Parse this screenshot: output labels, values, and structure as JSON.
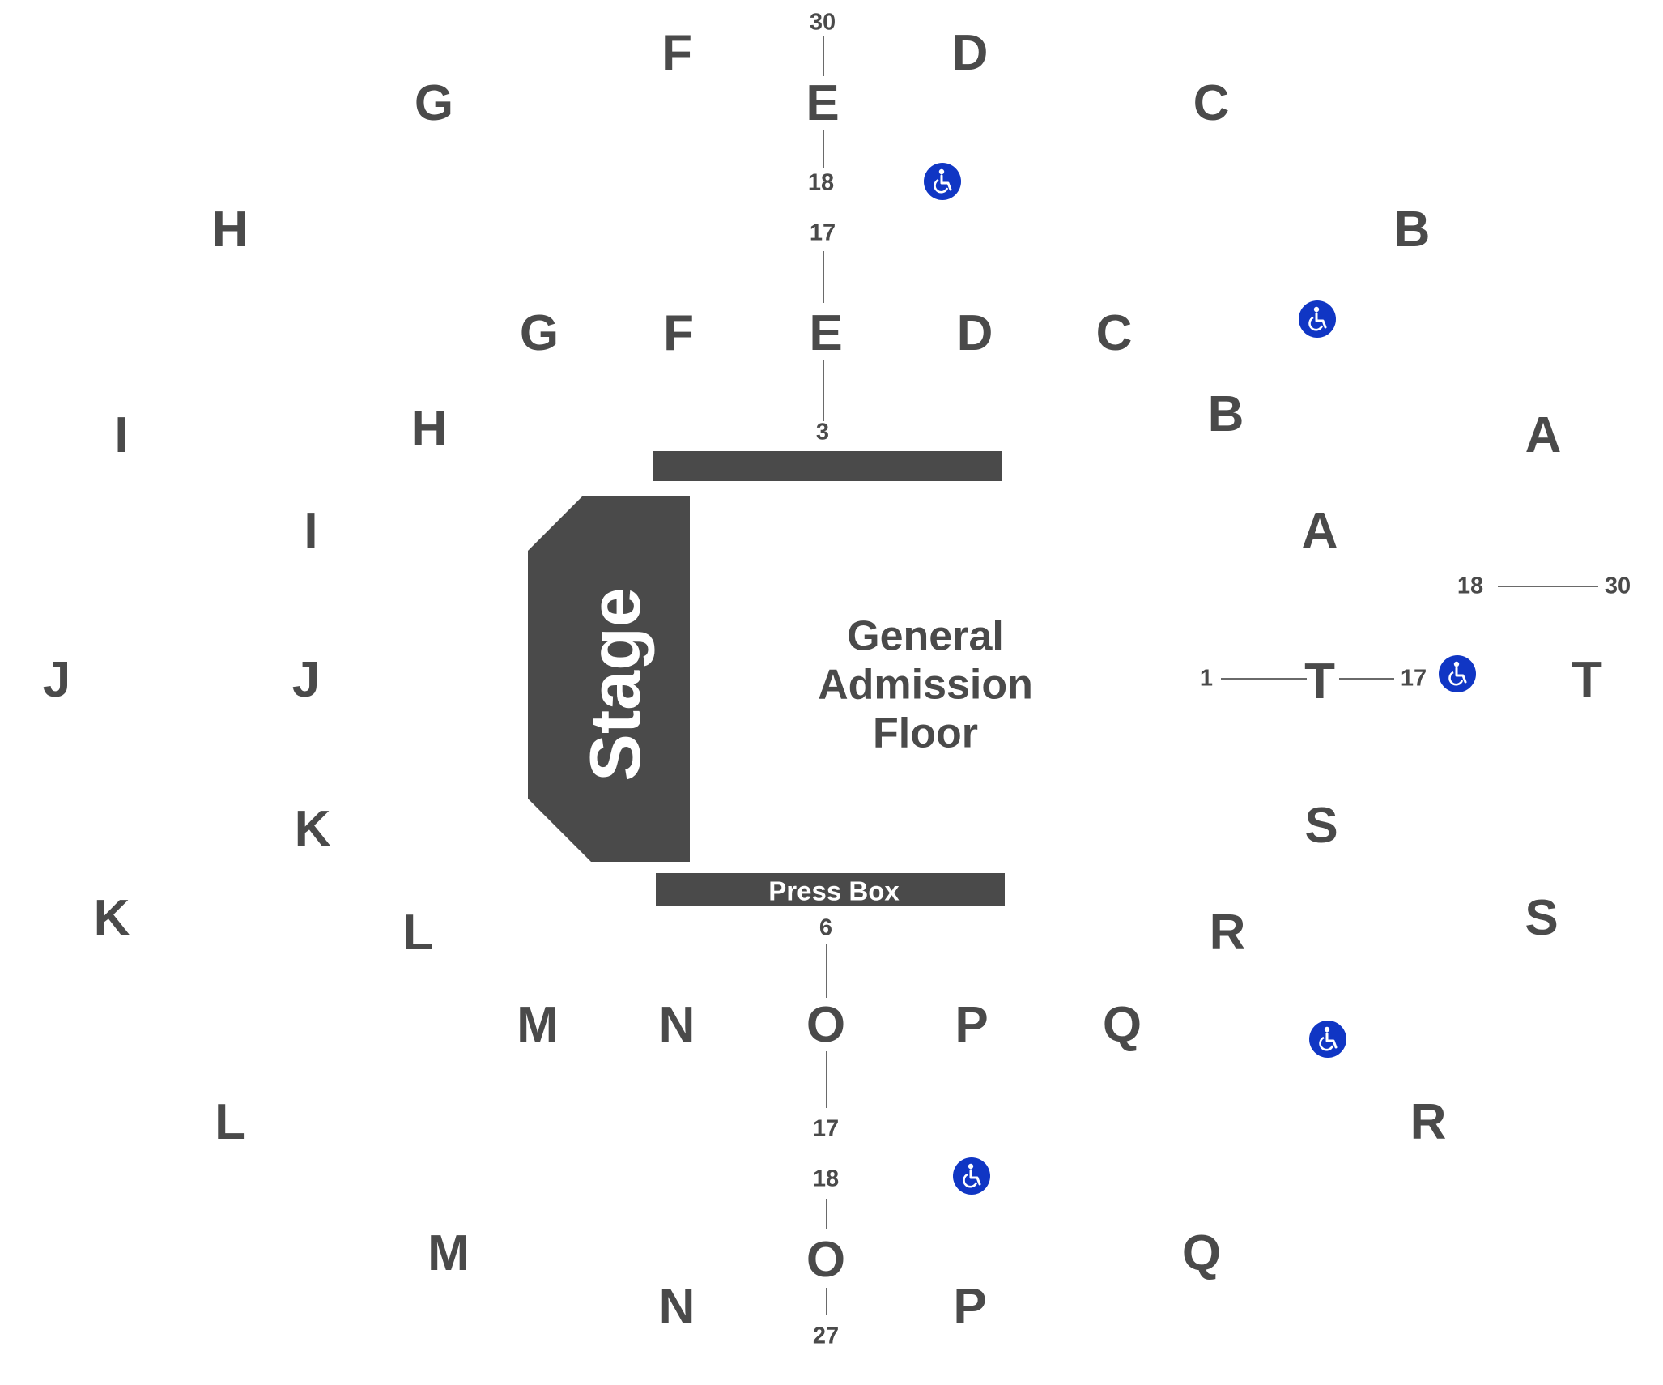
{
  "venue": {
    "stage_label": "Stage",
    "floor_label_lines": [
      "General",
      "Admission",
      "Floor"
    ],
    "press_box_label": "Press Box"
  },
  "sections": {
    "outer": [
      "F",
      "D",
      "G",
      "E",
      "C",
      "H",
      "B",
      "I",
      "A",
      "J",
      "T",
      "K",
      "S",
      "L",
      "R",
      "M",
      "Q",
      "N",
      "O",
      "P"
    ],
    "inner": [
      "G",
      "F",
      "E",
      "D",
      "C",
      "H",
      "B",
      "I",
      "A",
      "J",
      "T",
      "K",
      "S",
      "L",
      "R",
      "M",
      "N",
      "O",
      "P",
      "Q"
    ]
  },
  "row_labels": [
    "30",
    "18",
    "17",
    "3",
    "18",
    "30",
    "1",
    "17",
    "6",
    "17",
    "18",
    "27"
  ],
  "icons": {
    "accessible": "wheelchair-icon",
    "accessible_color": "#1036c4"
  },
  "colors": {
    "text": "#4a4a4a",
    "stage": "#4a4a4a",
    "line": "#6a6a6a",
    "background": "#ffffff"
  }
}
